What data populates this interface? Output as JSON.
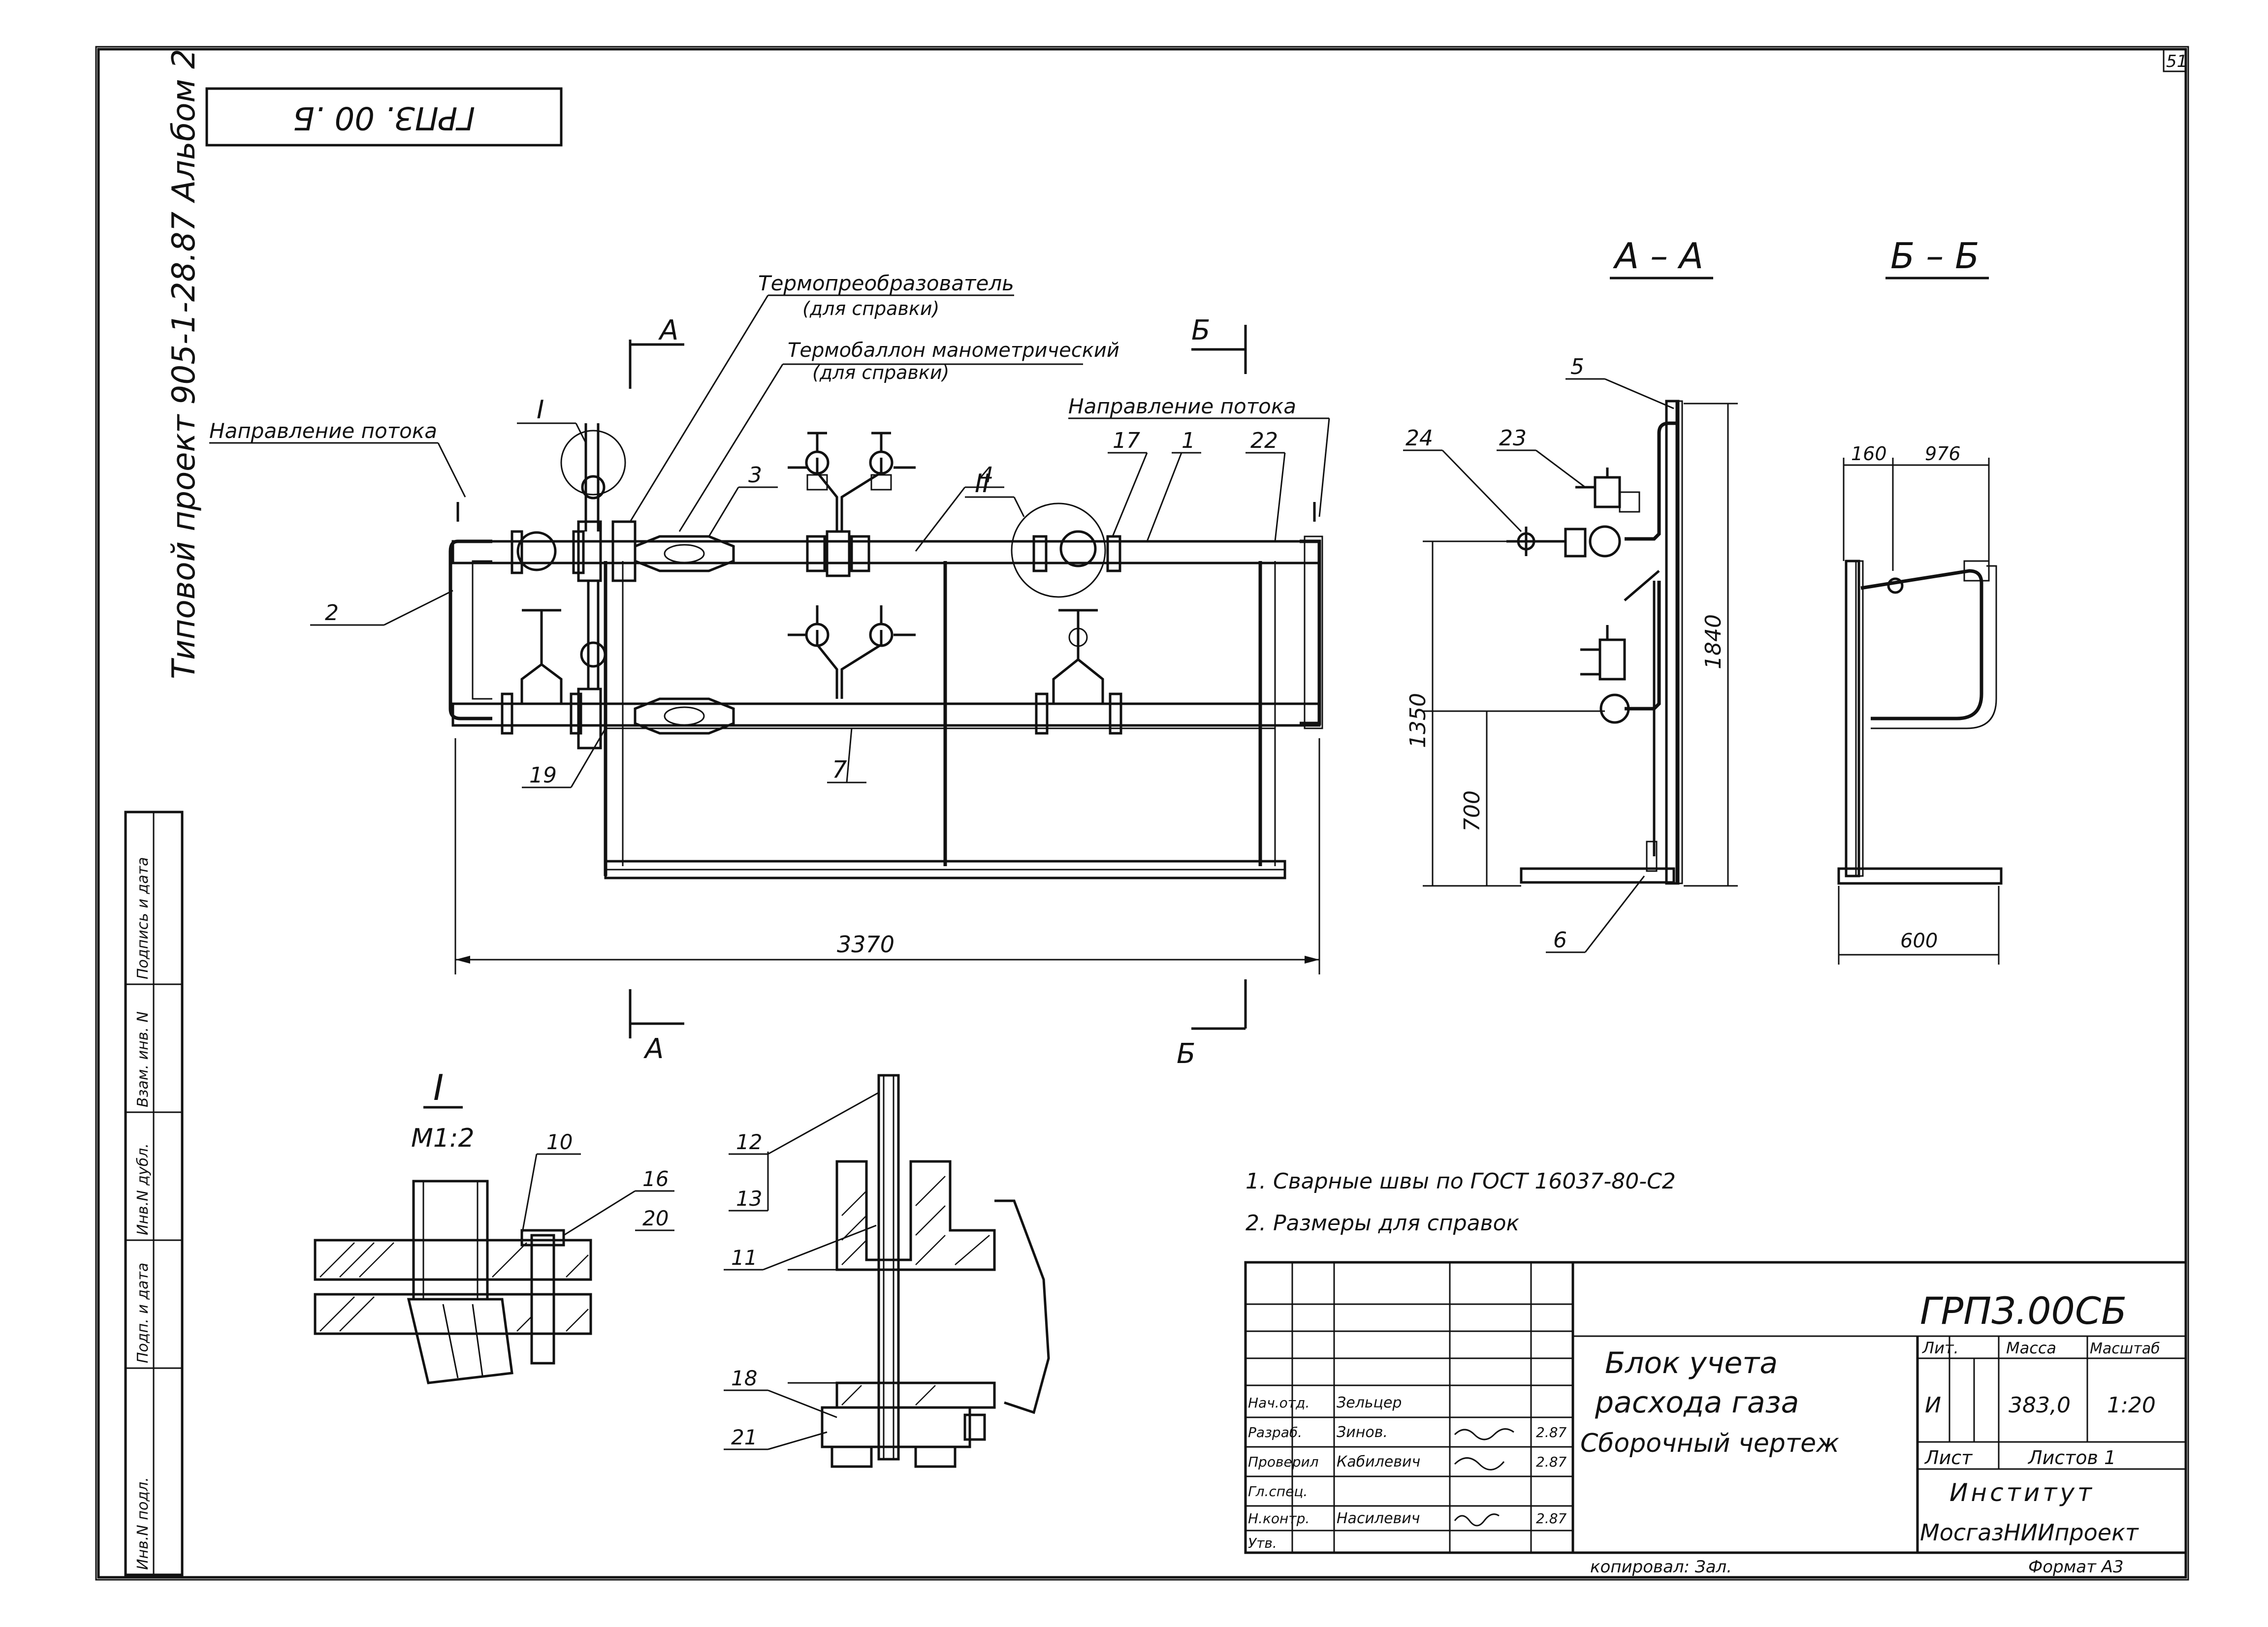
{
  "sheet": {
    "page_number": "51",
    "stamp_code_mirrored": "ГРПЗ. 00 .Б",
    "vertical_title": "Типовой проект 905-1-28.87 Альбом 2",
    "format": "Формат А3",
    "copied": "копировал: Зал."
  },
  "left_strip": {
    "cells": [
      "Подпись и дата",
      "Взам. инв. N",
      "Инв.N дубл.",
      "Подп. и дата",
      "Инв.N подл."
    ]
  },
  "main_view": {
    "section_a": "А",
    "section_b": "Б",
    "flow_direction_left": "Направление потока",
    "flow_direction_right": "Направление потока",
    "thermo_converter": "Термопреобразователь",
    "thermo_converter_note": "(для справки)",
    "thermo_balloon": "Термобаллон манометрический",
    "thermo_balloon_note": "(для справки)",
    "callout_I": "I",
    "callout_II": "II",
    "positions": [
      "2",
      "3",
      "4",
      "17",
      "1",
      "22",
      "19",
      "7"
    ],
    "dimension_length": "3370"
  },
  "section_aa": {
    "title": "А – А",
    "positions": [
      "5",
      "24",
      "23",
      "6"
    ],
    "dim_height_total": "1840",
    "dim_height_mid": "1350",
    "dim_height_low": "700"
  },
  "section_bb": {
    "title": "Б – Б",
    "dim_top_a": "160",
    "dim_top_b": "976",
    "dim_bottom": "600"
  },
  "detail_I": {
    "title": "I",
    "scale": "М1:2",
    "positions": [
      "10",
      "16",
      "20"
    ]
  },
  "detail_II": {
    "positions": [
      "12",
      "13",
      "11",
      "18",
      "21"
    ]
  },
  "notes": [
    "1. Сварные швы по ГОСТ 16037-80-С2",
    "2. Размеры для справок"
  ],
  "title_block": {
    "code": "ГРПЗ.00СБ",
    "name_line1": "Блок учета",
    "name_line2": "расхода газа",
    "name_line3": "Сборочный чертеж",
    "lit_header": "Лит.",
    "mass_header": "Масса",
    "scale_header": "Масштаб",
    "lit_value": "И",
    "mass_value": "383,0",
    "scale_value": "1:20",
    "sheet_label": "Лист",
    "sheets_label": "Листов 1",
    "institute_line1": "Институт",
    "institute_line2": "МосгазНИИпроект",
    "roles": [
      "Нач.отд.",
      "Разраб.",
      "Проверил",
      "Гл.спец.",
      "",
      "Н.контр.",
      "Утв."
    ],
    "names": [
      "Зельцер",
      "Зинов.",
      "Кабилевич",
      "",
      "",
      "Насилевич",
      ""
    ],
    "dates": [
      "",
      "2.87",
      "2.87",
      "",
      "",
      "2.87",
      ""
    ]
  }
}
